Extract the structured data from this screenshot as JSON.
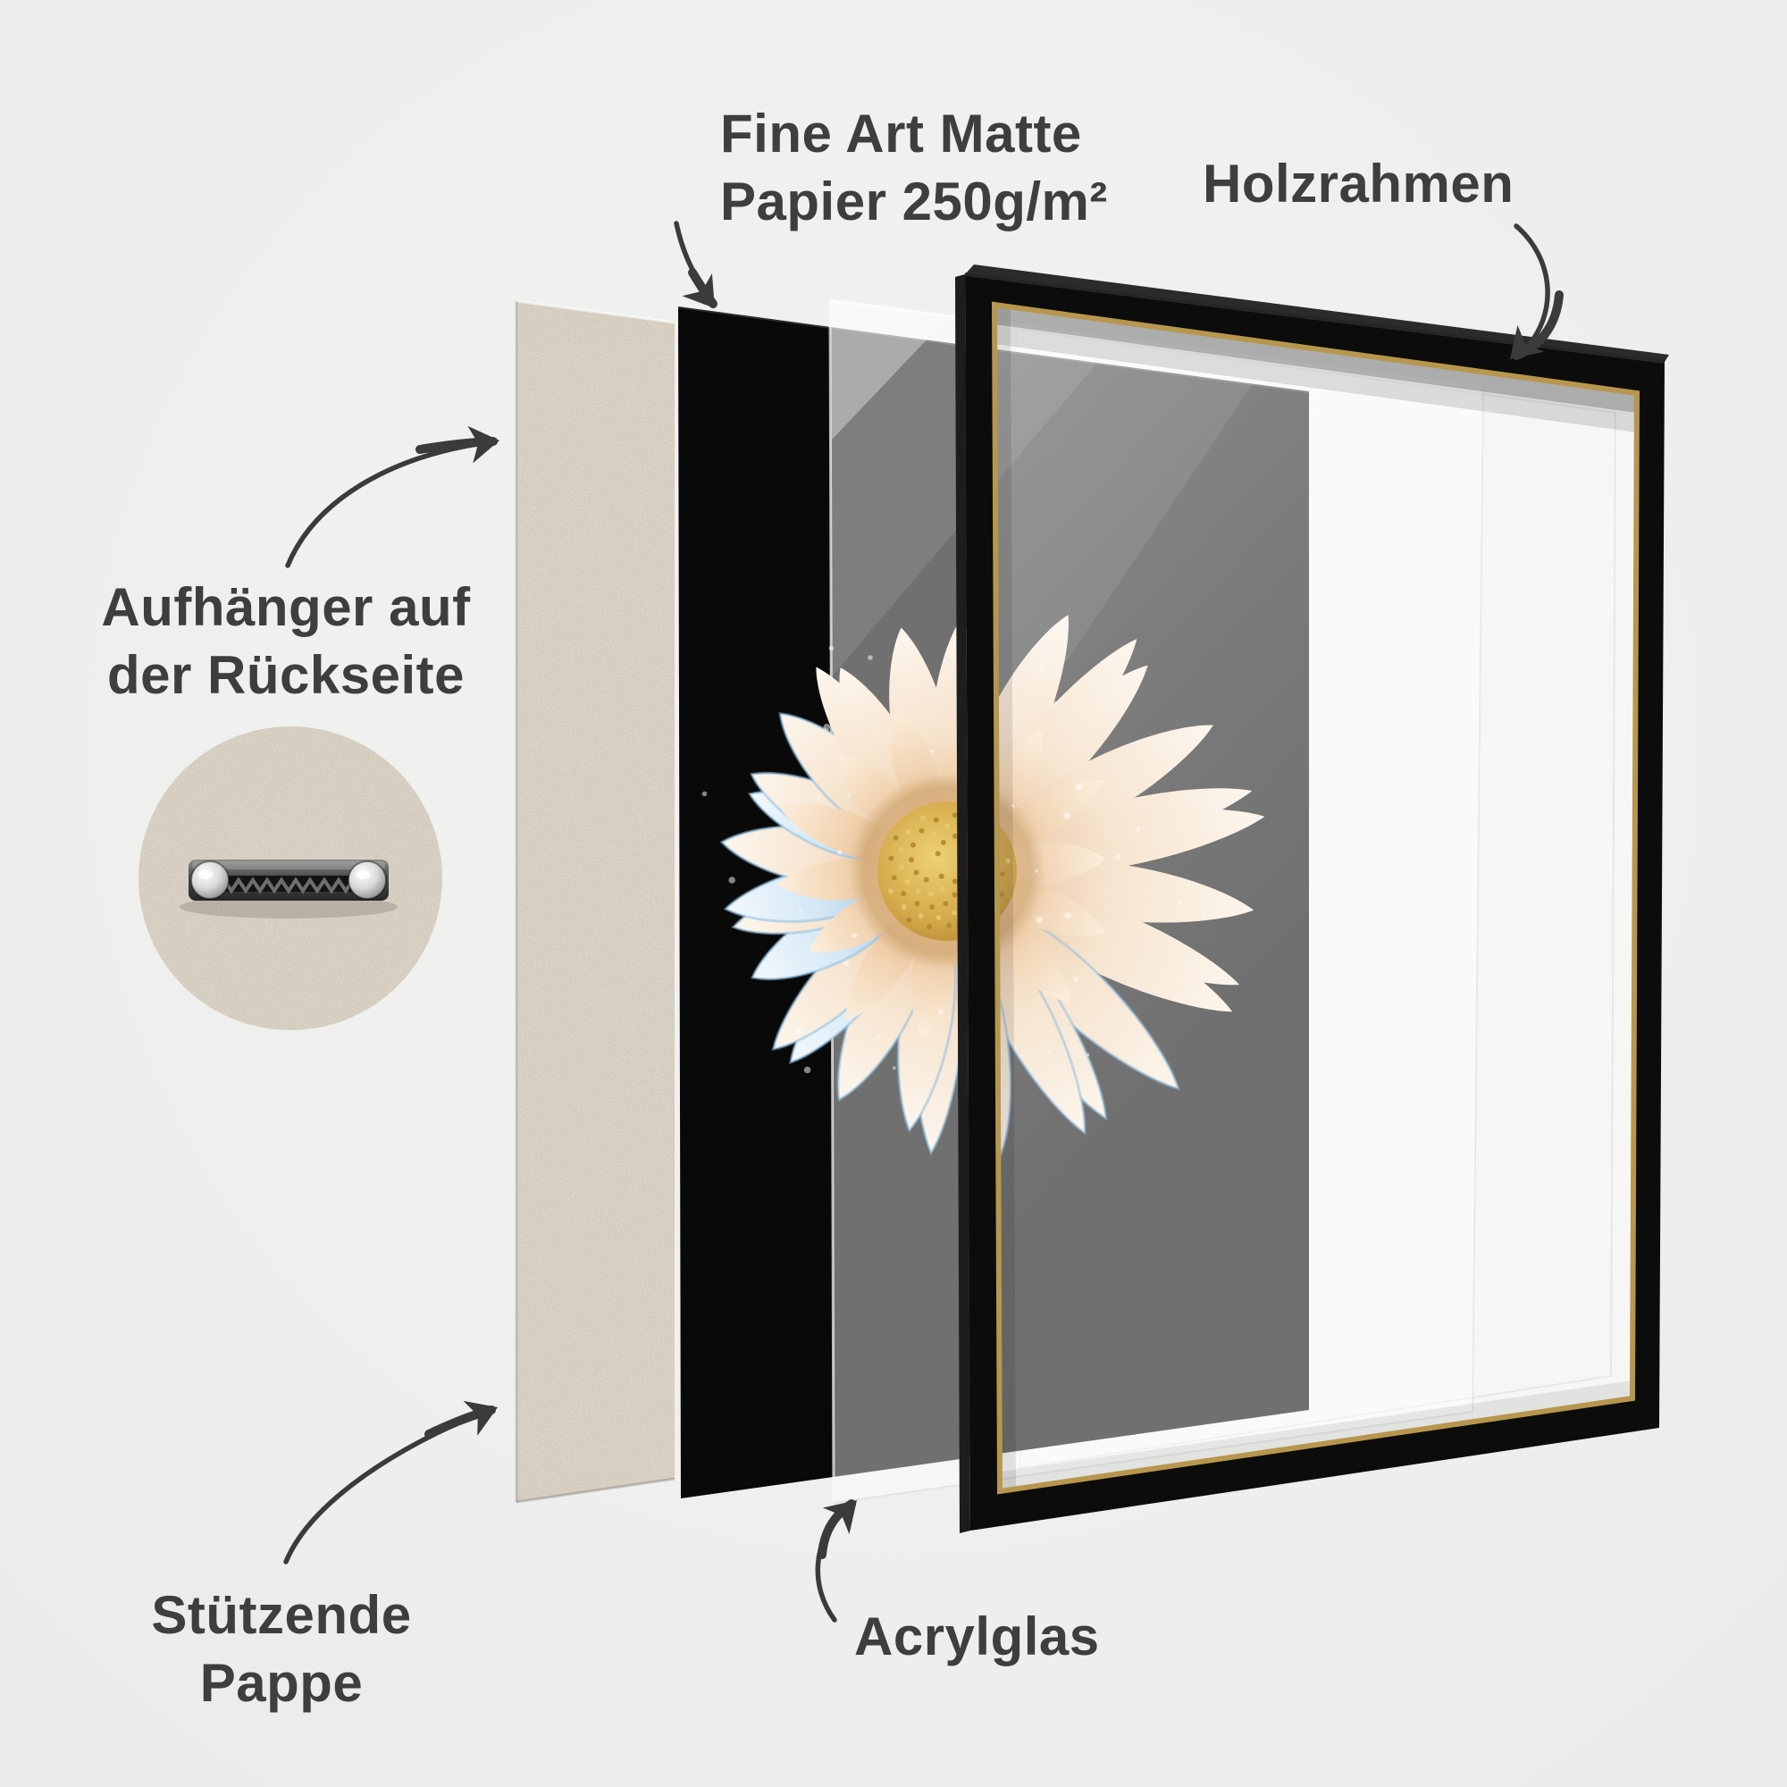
{
  "scene": {
    "background_color": "#f0f0ef",
    "text_color": "#3e3e3e",
    "arrow_color": "#3b3b3b"
  },
  "labels": {
    "paper_line1": "Fine Art Matte",
    "paper_line2": "Papier 250g/m²",
    "frame": "Holzrahmen",
    "hanger_line1": "Aufhänger auf",
    "hanger_line2": "der Rückseite",
    "cardboard_line1": "Stützende",
    "cardboard_line2": "Pappe",
    "acrylic": "Acrylglas"
  },
  "layers": [
    {
      "id": "cardboard",
      "label": "Stützende Pappe",
      "color": "#d6cfc1"
    },
    {
      "id": "art-print",
      "label": "Fine Art Matte Papier 250g/m²",
      "color": "#090909",
      "artwork": "daisy flower with water drops on black background"
    },
    {
      "id": "acrylic-glass",
      "label": "Acrylglas",
      "color": "rgba(255,255,255,0.42)"
    },
    {
      "id": "wood-frame",
      "label": "Holzrahmen",
      "color": "#0c0c0c",
      "fillet_color": "#b6974d"
    },
    {
      "id": "hanger",
      "label": "Aufhänger auf der Rückseite"
    }
  ],
  "flower": {
    "petal_color": "#f6e3cd",
    "petal_blue_tint": "#9cc6e6",
    "center_color": "#cfa244"
  }
}
